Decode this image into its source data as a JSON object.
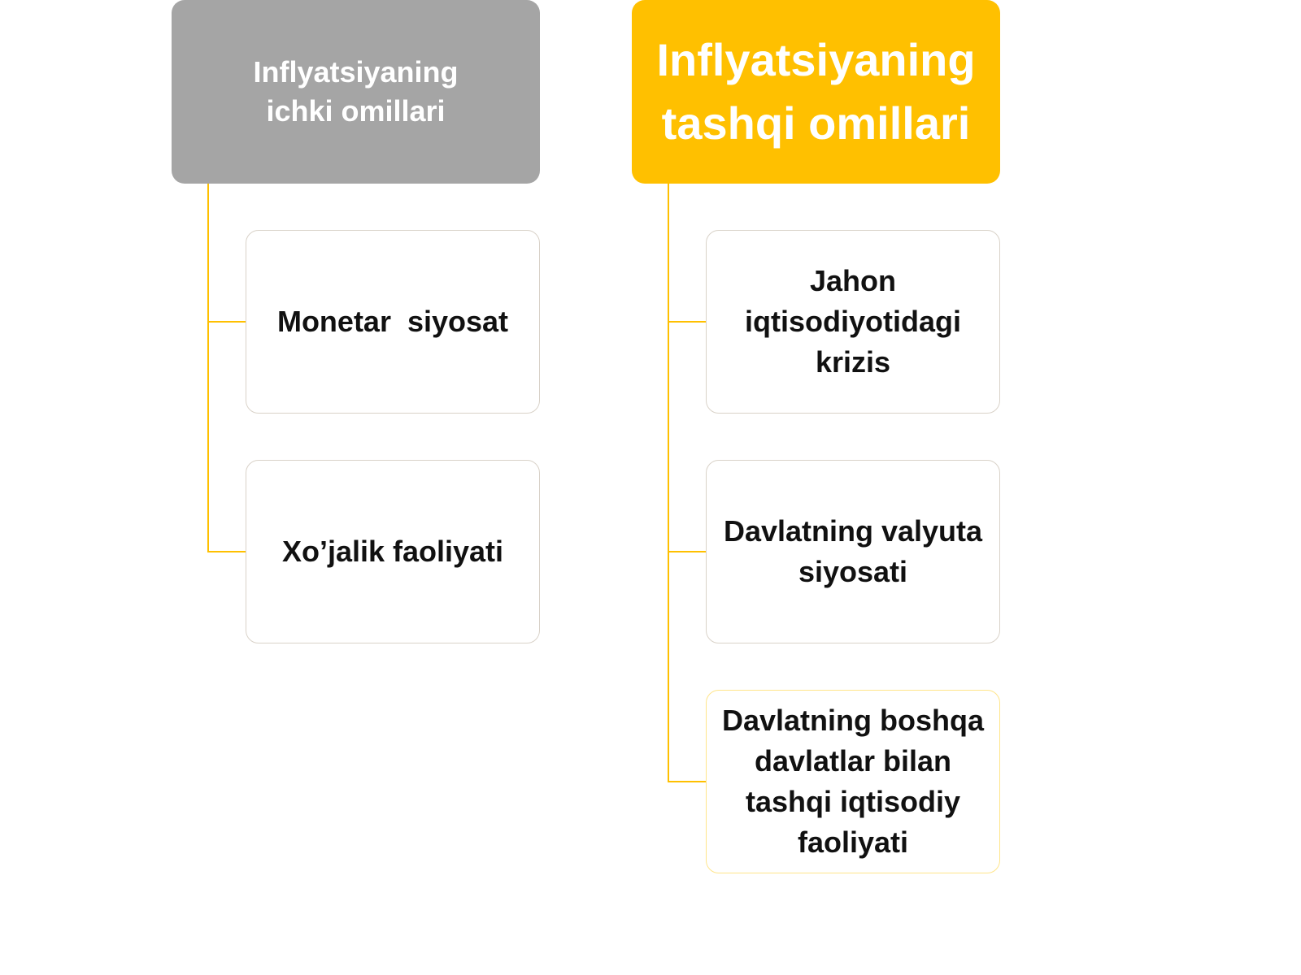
{
  "left": {
    "header": "Inflyatsiyaning ichki omillari",
    "items": [
      "Monetar  siyosat",
      "Xo’jalik faoliyati"
    ]
  },
  "right": {
    "header": "Inflyatsiyaning tashqi omillari",
    "items": [
      "Jahon iqtisodiyotidagi krizis",
      "Davlatning valyuta siyosati",
      "Davlatning boshqa davlatlar bilan tashqi iqtisodiy faoliyati"
    ]
  },
  "colors": {
    "left_header": "#a5a5a5",
    "right_header": "#ffc000",
    "connector": "#ffc000"
  }
}
